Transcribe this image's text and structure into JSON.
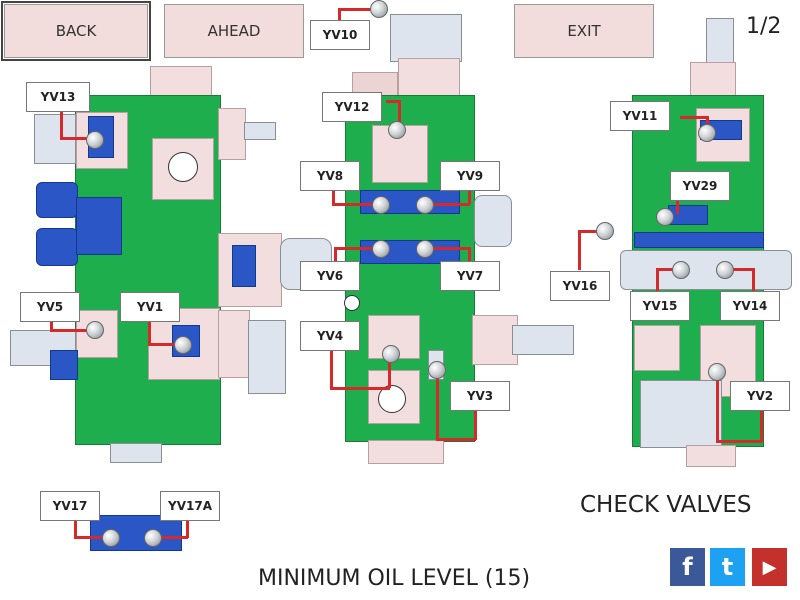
{
  "nav": {
    "back_label": "BACK",
    "ahead_label": "AHEAD",
    "exit_label": "EXIT"
  },
  "page_indicator": "1/2",
  "valves": {
    "yv1": "YV1",
    "yv2": "YV2",
    "yv3": "YV3",
    "yv4": "YV4",
    "yv5": "YV5",
    "yv6": "YV6",
    "yv7": "YV7",
    "yv8": "YV8",
    "yv9": "YV9",
    "yv10": "YV10",
    "yv11": "YV11",
    "yv12": "YV12",
    "yv13": "YV13",
    "yv14": "YV14",
    "yv15": "YV15",
    "yv16": "YV16",
    "yv17": "YV17",
    "yv17a": "YV17A",
    "yv29": "YV29"
  },
  "section_title": "CHECK VALVES",
  "footer_title": "MINIMUM OIL LEVEL (15)",
  "social": {
    "facebook": "f",
    "twitter": "t",
    "youtube": "▶"
  },
  "colors": {
    "manifold_green": "#1eae4e",
    "button_pink": "#f3dcdc",
    "wire_red": "#d42a2a",
    "valve_blue": "#2a56c6",
    "facebook": "#3b5998",
    "twitter": "#1da1f2",
    "youtube": "#c4302b"
  }
}
